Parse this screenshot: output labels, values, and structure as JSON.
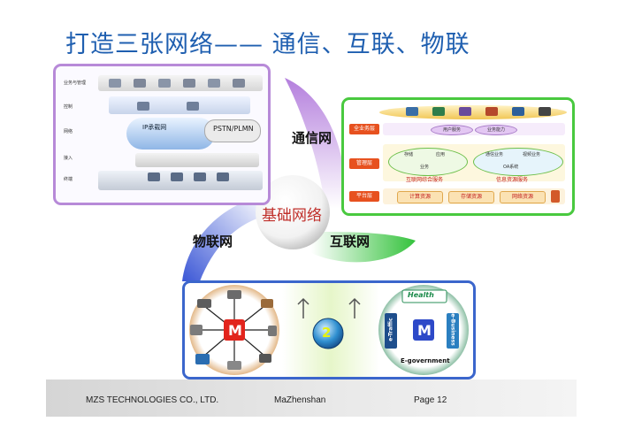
{
  "slide": {
    "title": "打造三张网络—— 通信、互联、物联",
    "center_label": "基础网络",
    "labels": {
      "communication": "通信网",
      "internet": "互联网",
      "iot": "物联网"
    },
    "footer": {
      "company": "MZS TECHNOLOGIES CO., LTD.",
      "author": "MaZhenshan",
      "page": "Page 12"
    }
  },
  "left_panel": {
    "rows": [
      "业务与管理",
      "控制",
      "网络",
      "接入",
      "终端"
    ],
    "cloud": "IP承载网",
    "pstn": "PSTN/PLMN"
  },
  "right_panel": {
    "row_labels": [
      "全业务层",
      "管理层",
      "平台层"
    ],
    "top_pills": [
      "用户服务",
      "业务能力"
    ],
    "mid_left": [
      "存储",
      "应用",
      "业务"
    ],
    "mid_right": [
      "通信业务",
      "视频业务",
      "OA系统"
    ],
    "captions": [
      "互联网综合服务",
      "信息资源服务"
    ],
    "bottom": [
      "计算资源",
      "存储资源",
      "网络资源"
    ]
  },
  "bottom_panel": {
    "center_number": "2",
    "left_letter": "M",
    "right_letter": "M",
    "health": "Health",
    "traffic": "e-Traffic",
    "business": "e-Business",
    "government": "E-government"
  },
  "colors": {
    "title": "#1f5fb0",
    "left_border": "#b78ad8",
    "right_border": "#49c93f",
    "bottom_border": "#3b66cc",
    "center_text": "#c0302b"
  }
}
